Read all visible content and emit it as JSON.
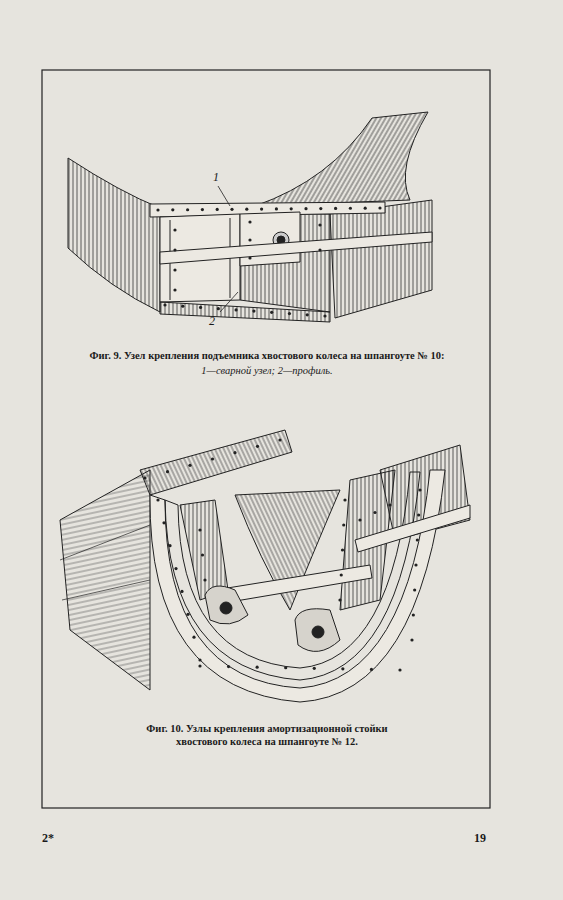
{
  "diagram": {
    "labels": [
      "1",
      "2",
      "Фиг. 9. Узел крепления подъемника хвостового колеса на шпангоуте № 10:",
      "1—сварной узел; 2—профиль.",
      "Фиг. 10. Узлы крепления амортизационной стойки хвостового колеса на шпангоуте № 12.",
      "2*",
      "19"
    ]
  }
}
